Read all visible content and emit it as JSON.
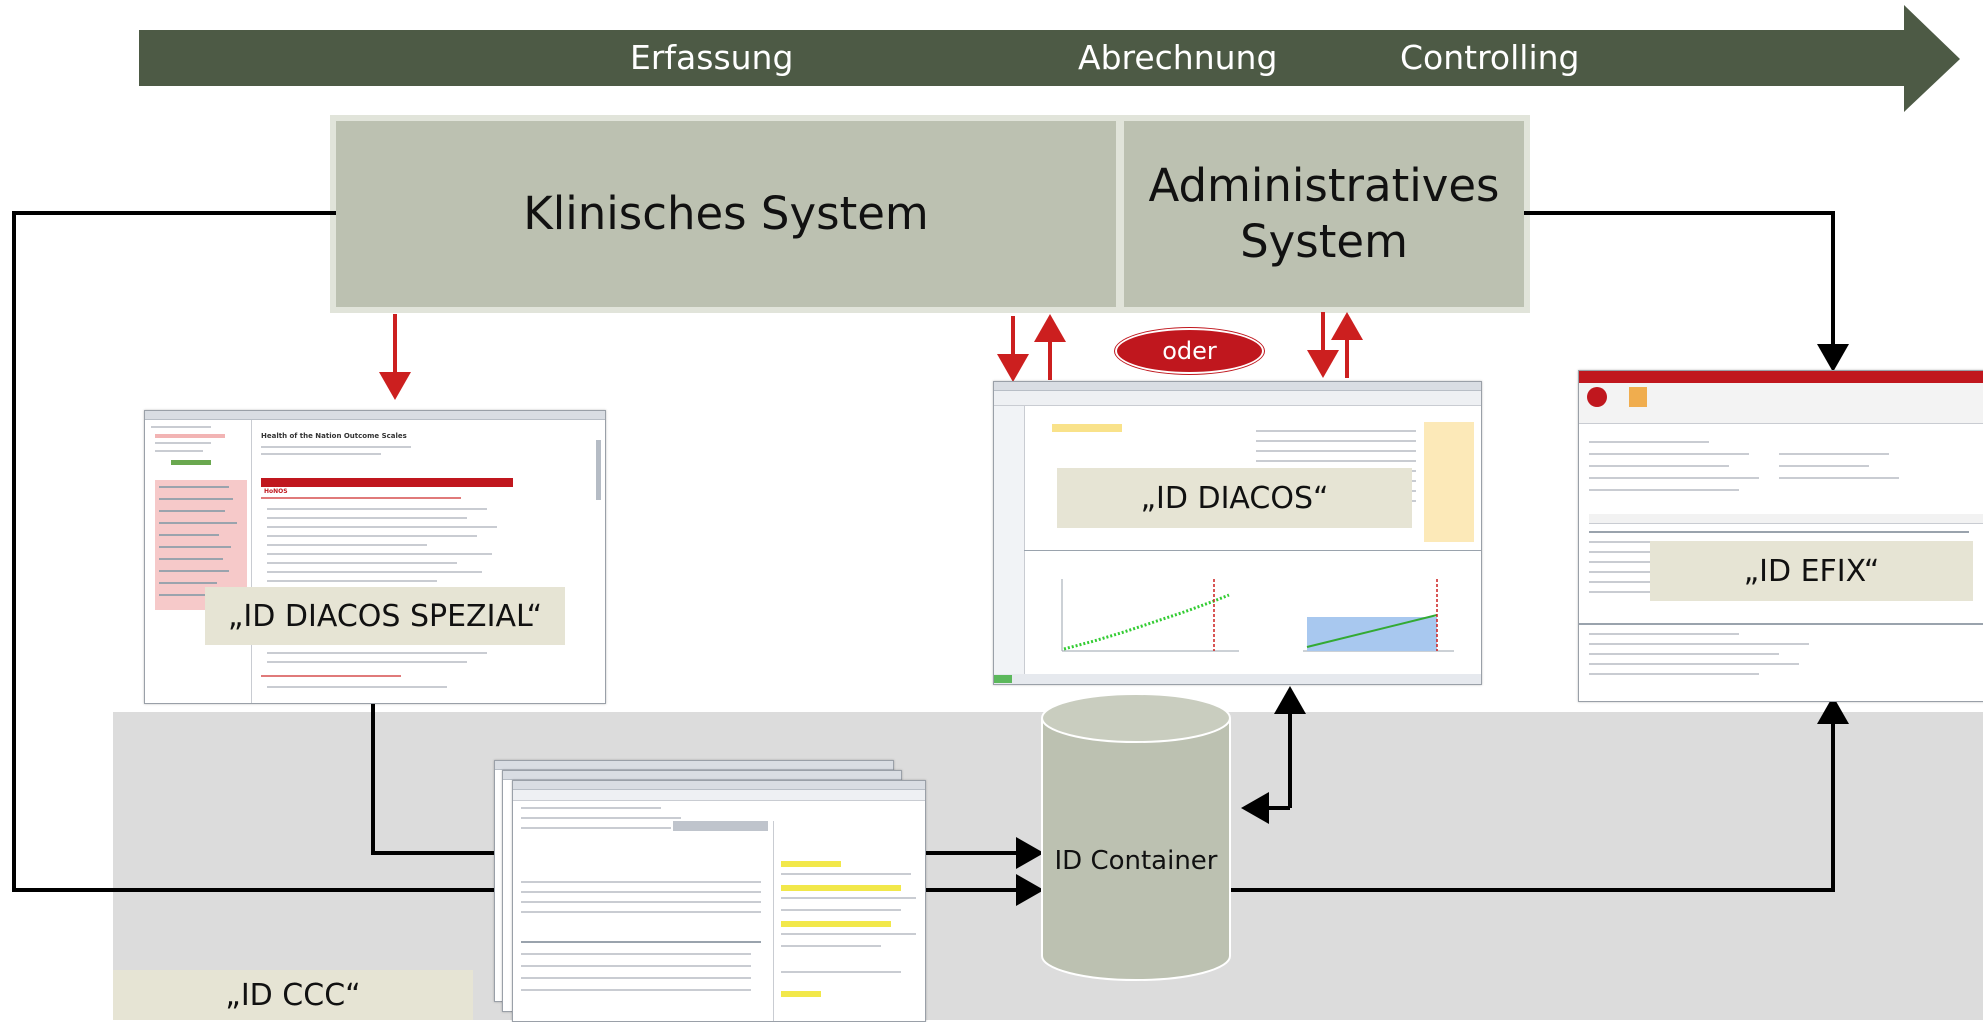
{
  "timeline": {
    "stages": [
      "Erfassung",
      "Abrechnung",
      "Controlling"
    ],
    "color": "#4d5a45"
  },
  "systems": {
    "clinical": "Klinisches System",
    "administrative_line1": "Administratives",
    "administrative_line2": "System"
  },
  "oder_badge": "oder",
  "labels": {
    "diacos_spezial": "„ID DIACOS SPEZIAL“",
    "diacos": "„ID DIACOS“",
    "efix": "„ID EFIX“",
    "ccc": "„ID CCC“"
  },
  "container": "ID Container",
  "screenshots": {
    "spezial_heading": "Health of the Nation Outcome Scales",
    "spezial_section": "HoNOS"
  },
  "colors": {
    "box_fill": "#bcc1b1",
    "label_fill": "#e6e4d4",
    "arrow_red": "#cc1f1f",
    "arrow_black": "#000000",
    "lower_band": "#dcdcdc",
    "cylinder": "#bcc1b1"
  }
}
